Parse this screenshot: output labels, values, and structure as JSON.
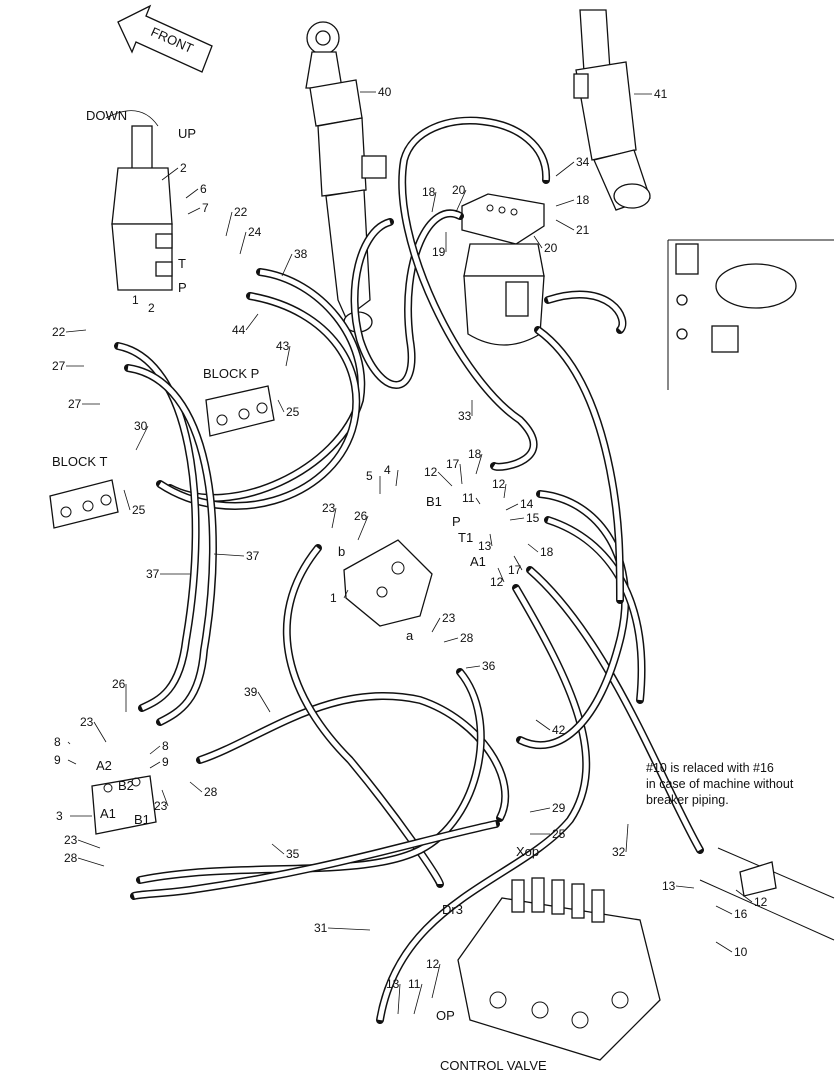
{
  "direction": {
    "front": "FRONT"
  },
  "pedal": {
    "down": "DOWN",
    "up": "UP",
    "t": "T",
    "p": "P",
    "port1": "1",
    "port2": "2"
  },
  "blocks": {
    "block_p": "BLOCK P",
    "block_t": "BLOCK T"
  },
  "ports": {
    "a2": "A2",
    "b2": "B2",
    "a1": "A1",
    "b1": "B1",
    "b1_valve": "B1",
    "p_valve": "P",
    "t1": "T1",
    "a1_valve": "A1",
    "a": "a",
    "b": "b",
    "xop": "Xop",
    "dr3": "Dr3",
    "op": "OP"
  },
  "control_valve": "CONTROL VALVE",
  "note": [
    "#10 is relaced with #16",
    "in case of machine without",
    "breaker piping."
  ],
  "callouts": [
    {
      "id": "c40",
      "text": "40"
    },
    {
      "id": "c41",
      "text": "41"
    },
    {
      "id": "c2",
      "text": "2"
    },
    {
      "id": "c6",
      "text": "6"
    },
    {
      "id": "c7",
      "text": "7"
    },
    {
      "id": "c22a",
      "text": "22"
    },
    {
      "id": "c24",
      "text": "24"
    },
    {
      "id": "c38",
      "text": "38"
    },
    {
      "id": "c44",
      "text": "44"
    },
    {
      "id": "c22b",
      "text": "22"
    },
    {
      "id": "c27a",
      "text": "27"
    },
    {
      "id": "c27b",
      "text": "27"
    },
    {
      "id": "c43",
      "text": "43"
    },
    {
      "id": "c25a",
      "text": "25"
    },
    {
      "id": "c30",
      "text": "30"
    },
    {
      "id": "c25b",
      "text": "25"
    },
    {
      "id": "c34",
      "text": "34"
    },
    {
      "id": "c18a",
      "text": "18"
    },
    {
      "id": "c20a",
      "text": "20"
    },
    {
      "id": "c18b",
      "text": "18"
    },
    {
      "id": "c21",
      "text": "21"
    },
    {
      "id": "c19",
      "text": "19"
    },
    {
      "id": "c20b",
      "text": "20"
    },
    {
      "id": "c33",
      "text": "33"
    },
    {
      "id": "c5",
      "text": "5"
    },
    {
      "id": "c4",
      "text": "4"
    },
    {
      "id": "c12a",
      "text": "12"
    },
    {
      "id": "c17a",
      "text": "17"
    },
    {
      "id": "c18c",
      "text": "18"
    },
    {
      "id": "c11",
      "text": "11"
    },
    {
      "id": "c12b",
      "text": "12"
    },
    {
      "id": "c14",
      "text": "14"
    },
    {
      "id": "c15",
      "text": "15"
    },
    {
      "id": "c13a",
      "text": "13"
    },
    {
      "id": "c18d",
      "text": "18"
    },
    {
      "id": "c17b",
      "text": "17"
    },
    {
      "id": "c12c",
      "text": "12"
    },
    {
      "id": "c23a",
      "text": "23"
    },
    {
      "id": "c26a",
      "text": "26"
    },
    {
      "id": "c1",
      "text": "1"
    },
    {
      "id": "c23b",
      "text": "23"
    },
    {
      "id": "c28a",
      "text": "28"
    },
    {
      "id": "c36",
      "text": "36"
    },
    {
      "id": "c37a",
      "text": "37"
    },
    {
      "id": "c37b",
      "text": "37"
    },
    {
      "id": "c26b",
      "text": "26"
    },
    {
      "id": "c23c",
      "text": "23"
    },
    {
      "id": "c8a",
      "text": "8"
    },
    {
      "id": "c9a",
      "text": "9"
    },
    {
      "id": "c8b",
      "text": "8"
    },
    {
      "id": "c9b",
      "text": "9"
    },
    {
      "id": "c23d",
      "text": "23"
    },
    {
      "id": "c28b",
      "text": "28"
    },
    {
      "id": "c3",
      "text": "3"
    },
    {
      "id": "c23e",
      "text": "23"
    },
    {
      "id": "c28c",
      "text": "28"
    },
    {
      "id": "c39",
      "text": "39"
    },
    {
      "id": "c42",
      "text": "42"
    },
    {
      "id": "c35",
      "text": "35"
    },
    {
      "id": "c29",
      "text": "29"
    },
    {
      "id": "c25c",
      "text": "25"
    },
    {
      "id": "c32",
      "text": "32"
    },
    {
      "id": "c13b",
      "text": "13"
    },
    {
      "id": "c12d",
      "text": "12"
    },
    {
      "id": "c16",
      "text": "16"
    },
    {
      "id": "c10",
      "text": "10"
    },
    {
      "id": "c31",
      "text": "31"
    },
    {
      "id": "c13c",
      "text": "13"
    },
    {
      "id": "c11b",
      "text": "11"
    },
    {
      "id": "c12e",
      "text": "12"
    }
  ]
}
